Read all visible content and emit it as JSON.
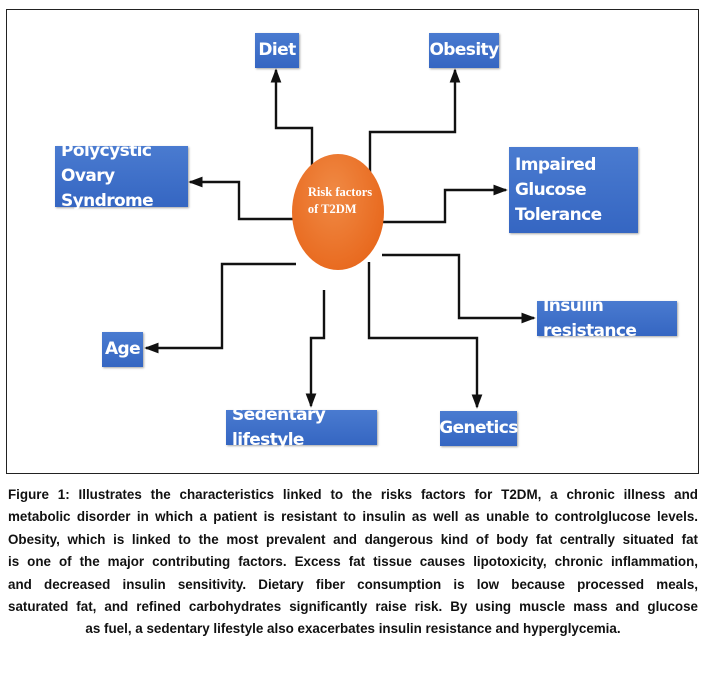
{
  "figure": {
    "hub": {
      "label": "Risk factors\nof T2DM",
      "color": "#ea6f22"
    },
    "node_color": "#3d6fc9",
    "nodes": [
      {
        "id": "diet",
        "label": "Diet"
      },
      {
        "id": "obesity",
        "label": "Obesity"
      },
      {
        "id": "pcos",
        "label": "Polycystic Ovary Syndrome",
        "lines": [
          "Polycystic Ovary",
          "Syndrome"
        ]
      },
      {
        "id": "igt",
        "label": "Impaired Glucose Tolerance",
        "lines": [
          "Impaired",
          "Glucose",
          "Tolerance"
        ]
      },
      {
        "id": "insulin",
        "label": "Insulin resistance"
      },
      {
        "id": "age",
        "label": "Age"
      },
      {
        "id": "sedentary",
        "label": "Sedentary lifestyle"
      },
      {
        "id": "genetics",
        "label": "Genetics"
      }
    ],
    "edges": [
      {
        "from": "hub",
        "to": "diet"
      },
      {
        "from": "hub",
        "to": "obesity"
      },
      {
        "from": "hub",
        "to": "pcos"
      },
      {
        "from": "hub",
        "to": "igt"
      },
      {
        "from": "hub",
        "to": "insulin"
      },
      {
        "from": "hub",
        "to": "age"
      },
      {
        "from": "hub",
        "to": "sedentary"
      },
      {
        "from": "hub",
        "to": "genetics"
      }
    ]
  },
  "caption": {
    "lines": [
      "Figure 1: Illustrates the characteristics linked to the risks  factors for T2DM, a chronic illness and",
      "metabolic disorder in which a patient is resistant to insulin as well as unable to controlglucose levels.",
      "Obesity, which is linked to the most prevalent and dangerous kind of body fat centrally situated fat",
      "is one of the major contributing factors. Excess fat tissue causes lipotoxicity, chronic inflammation,",
      "and decreased insulin sensitivity. Dietary fiber consumption is low because processed meals,",
      "saturated fat, and refined carbohydrates significantly raise risk. By using muscle mass and glucose",
      "as fuel, a sedentary lifestyle also exacerbates insulin resistance and hyperglycemia."
    ]
  }
}
